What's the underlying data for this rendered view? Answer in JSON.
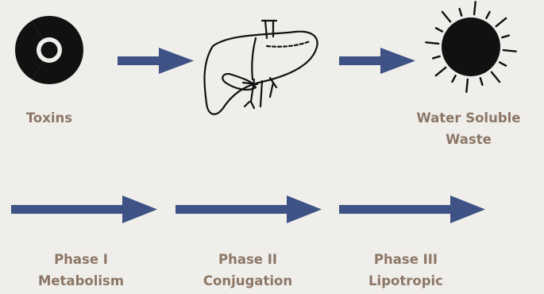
{
  "colors": {
    "background": "#f0eeeb",
    "arrow": "#3e5286",
    "icon": "#111111",
    "label_text": "#8c7766"
  },
  "top_flow": {
    "toxins": {
      "icon": "radiation-icon",
      "label": "Toxins"
    },
    "liver": {
      "icon": "liver-icon"
    },
    "waste": {
      "icon": "sun-burst-icon",
      "label_line1": "Water Soluble",
      "label_line2": "Waste"
    }
  },
  "phases": [
    {
      "line1": "Phase I",
      "line2": "Metabolism"
    },
    {
      "line1": "Phase II",
      "line2": "Conjugation"
    },
    {
      "line1": "Phase III",
      "line2": "Lipotropic"
    }
  ]
}
